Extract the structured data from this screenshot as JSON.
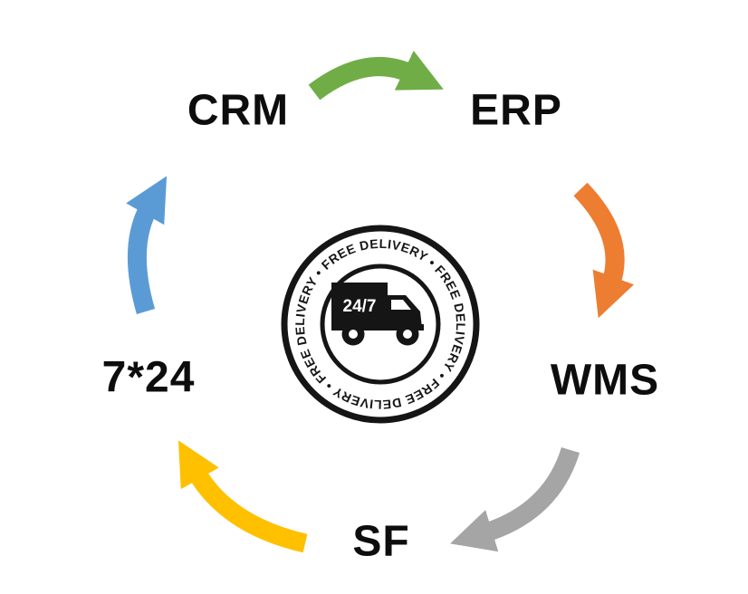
{
  "diagram": {
    "type": "cycle",
    "background": "#ffffff",
    "nodes": [
      {
        "id": "crm",
        "label": "CRM"
      },
      {
        "id": "erp",
        "label": "ERP"
      },
      {
        "id": "wms",
        "label": "WMS"
      },
      {
        "id": "sf",
        "label": "SF"
      },
      {
        "id": "support-7x24",
        "label": "7*24"
      }
    ],
    "arrows": [
      {
        "from": "CRM",
        "to": "ERP",
        "color": "#70AD47"
      },
      {
        "from": "ERP",
        "to": "WMS",
        "color": "#ED7D31"
      },
      {
        "from": "WMS",
        "to": "SF",
        "color": "#A5A5A5"
      },
      {
        "from": "SF",
        "to": "7*24",
        "color": "#FFC000"
      },
      {
        "from": "7*24",
        "to": "CRM",
        "color": "#5B9BD5"
      }
    ],
    "badge": {
      "ring_text": "FREE DELIVERY • FREE DELIVERY • FREE DELIVERY • FREE DELIVERY • ",
      "truck_text": "24/7",
      "ink_color": "#151515"
    }
  }
}
